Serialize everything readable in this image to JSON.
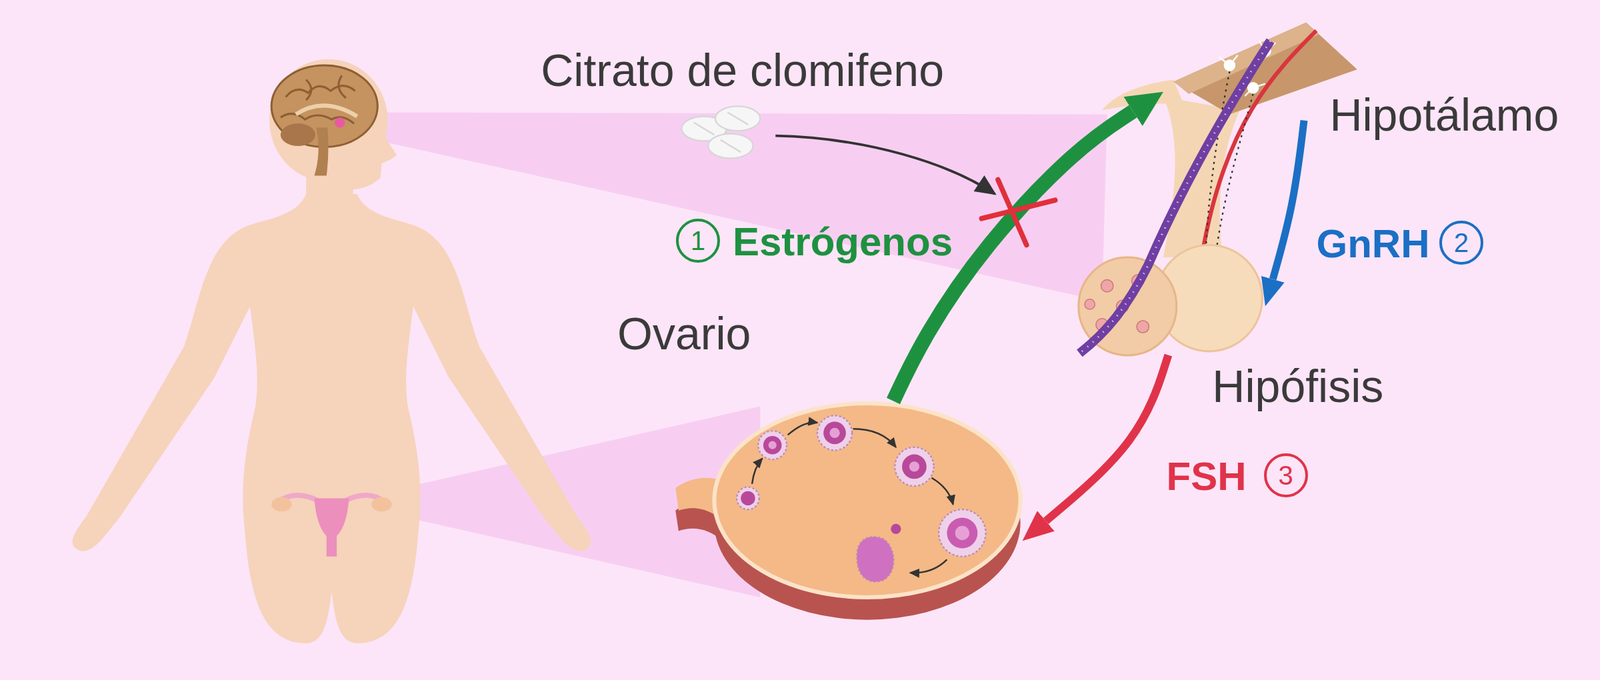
{
  "diagram": {
    "nodes": [
      {
        "text": [
          "Hipotálamo"
        ]
      },
      {
        "text": [
          "Hipófisis"
        ]
      },
      {
        "text": [
          "Ovario"
        ]
      }
    ],
    "edges": [
      {
        "from": 2,
        "to": 0,
        "label": "Estrógenos",
        "arrow": "to"
      },
      {
        "from": 0,
        "to": 1,
        "label": "GnRH",
        "arrow": "to"
      },
      {
        "from": 1,
        "to": 2,
        "label": "FSH",
        "arrow": "to"
      }
    ],
    "labels": [
      "Citrato de clomifeno",
      "1",
      "2",
      "3"
    ]
  }
}
